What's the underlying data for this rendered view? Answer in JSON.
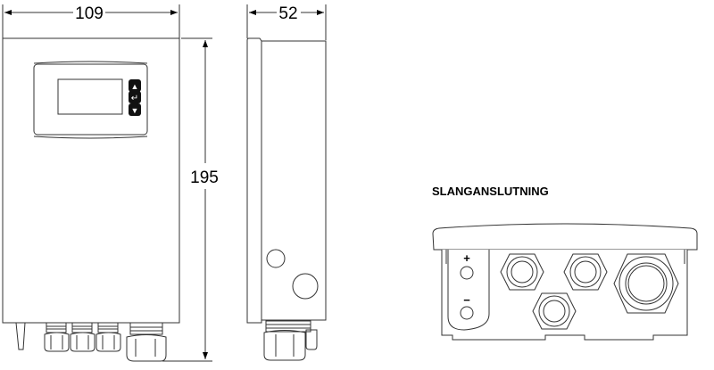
{
  "dimensions": {
    "width": "109",
    "depth": "52",
    "height": "195"
  },
  "bottom_view": {
    "title": "SLANGANSLUTNING",
    "plus": "+",
    "minus": "−"
  },
  "display_buttons": [
    {
      "icon": "arrow-up-icon",
      "glyph": "▲"
    },
    {
      "icon": "enter-icon",
      "glyph": "↵"
    },
    {
      "icon": "arrow-down-icon",
      "glyph": "▼"
    }
  ]
}
